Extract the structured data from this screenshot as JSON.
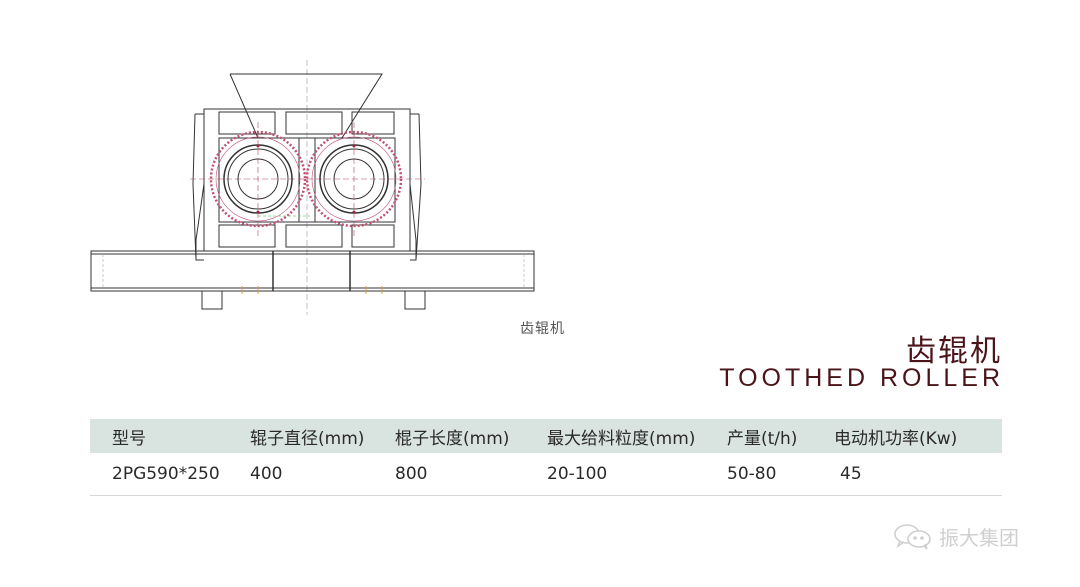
{
  "drawing": {
    "caption": "齿辊机"
  },
  "title": {
    "cn": "齿辊机",
    "en": "TOOTHED ROLLER",
    "color": "#4a1418"
  },
  "table": {
    "header_bg": "#d9e3df",
    "columns": [
      "型号",
      "辊子直径(mm)",
      "棍子长度(mm)",
      "最大给料粒度(mm)",
      "产量(t/h)",
      "电动机功率(Kw)"
    ],
    "rows": [
      [
        "2PG590*250",
        "400",
        "800",
        "20-100",
        "50-80",
        "45"
      ]
    ]
  },
  "watermark": {
    "icon": "wechat-icon",
    "text": "振大集团"
  }
}
